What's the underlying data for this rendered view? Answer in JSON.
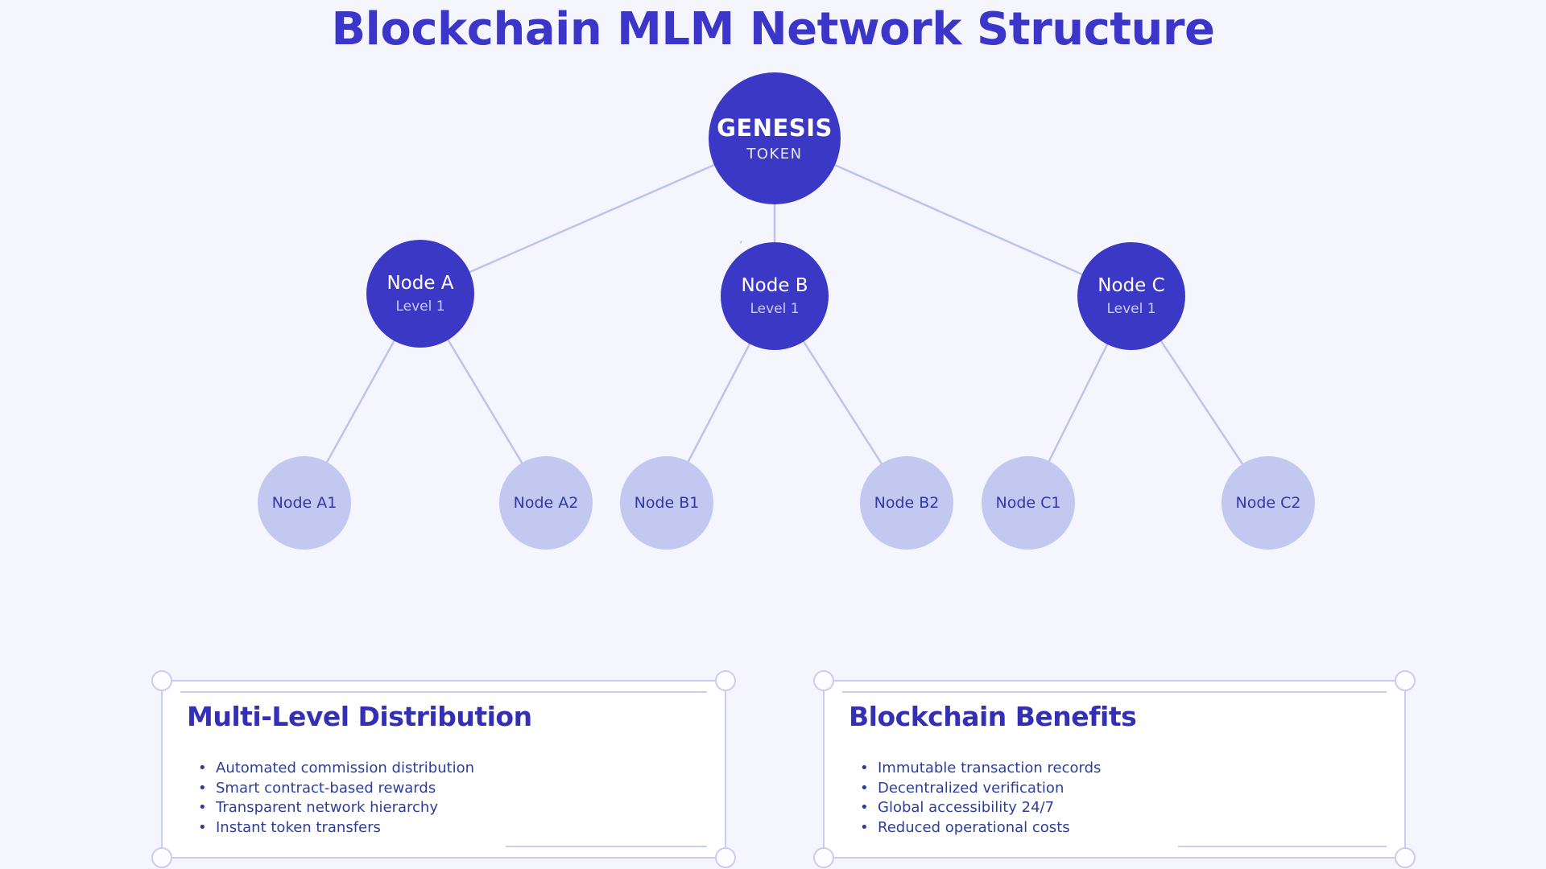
{
  "page": {
    "title": "Blockchain MLM Network Structure"
  },
  "tree": {
    "root": {
      "label": "GENESIS",
      "sublabel": "TOKEN"
    },
    "level1": [
      {
        "label": "Node A",
        "sublabel": "Level 1"
      },
      {
        "label": "Node B",
        "sublabel": "Level 1"
      },
      {
        "label": "Node C",
        "sublabel": "Level 1"
      }
    ],
    "leaves": [
      {
        "label": "Node A1"
      },
      {
        "label": "Node A2"
      },
      {
        "label": "Node B1"
      },
      {
        "label": "Node B2"
      },
      {
        "label": "Node C1"
      },
      {
        "label": "Node C2"
      }
    ]
  },
  "cards": [
    {
      "title": "Multi-Level Distribution",
      "items": [
        "Automated commission distribution",
        "Smart contract-based rewards",
        "Transparent network hierarchy",
        "Instant token transfers"
      ]
    },
    {
      "title": "Blockchain Benefits",
      "items": [
        "Immutable transaction records",
        "Decentralized verification",
        "Global accessibility 24/7",
        "Reduced operational costs"
      ]
    }
  ],
  "colors": {
    "background": "#f5f6fd",
    "accent_node": "#3b38c6",
    "leaf_node": "#c3c8f0",
    "edge": "#bdc3ee",
    "title_text": "#3b35c9",
    "card_border": "#c9cdf2",
    "card_title_text": "#3430b6",
    "card_body_text": "#2c3e9c"
  }
}
